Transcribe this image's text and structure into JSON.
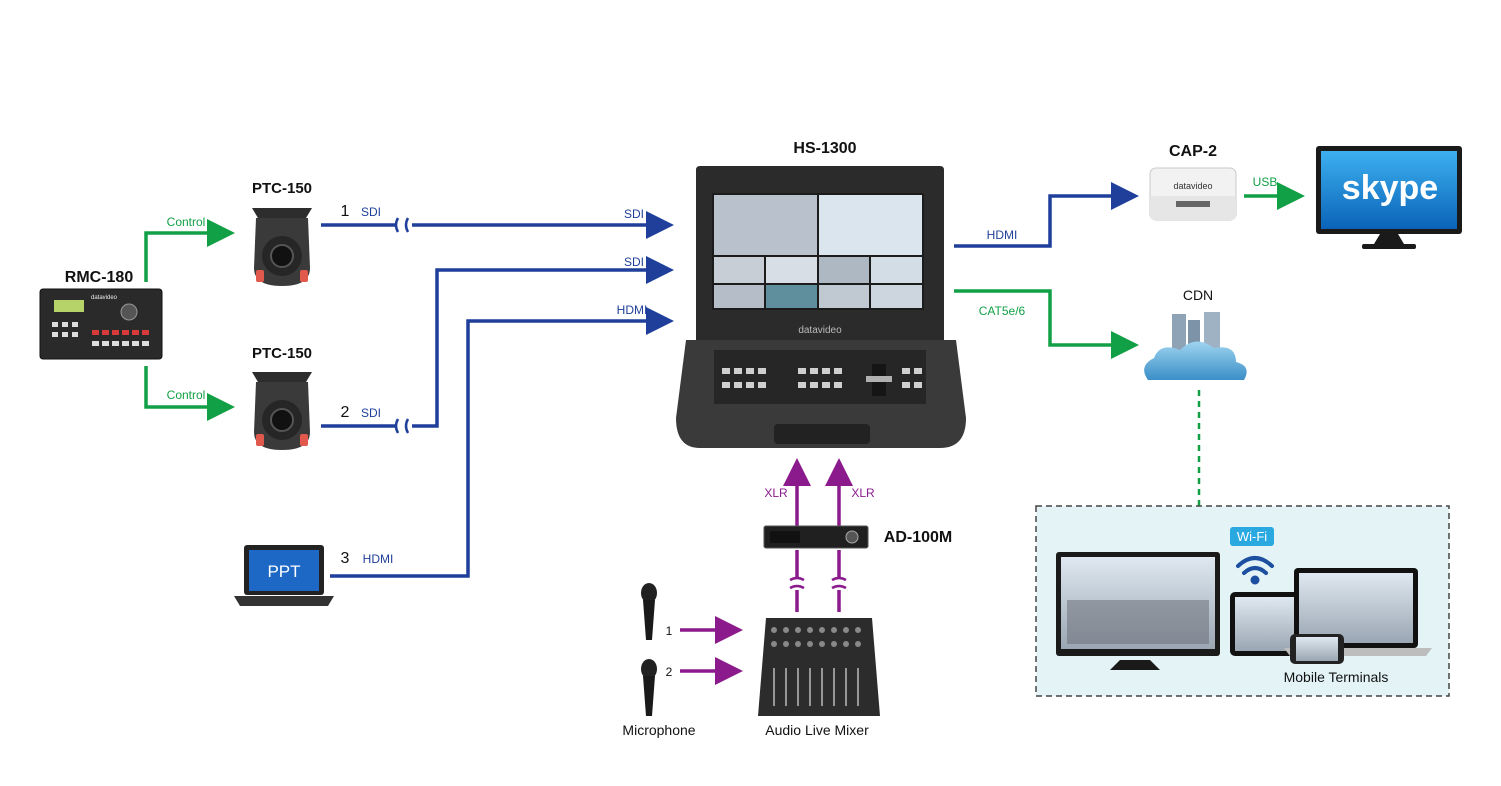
{
  "devices": {
    "rmc": "RMC-180",
    "ptc1": "PTC-150",
    "ptc2": "PTC-150",
    "hs": "HS-1300",
    "cap": "CAP-2",
    "cdn": "CDN",
    "ad": "AD-100M",
    "mixer": "Audio Live Mixer",
    "microphone": "Microphone",
    "terminals": "Mobile Terminals",
    "laptop_screen": "PPT",
    "skype_logo": "skype",
    "brand": "datavideo",
    "wifi": "Wi-Fi"
  },
  "signals": {
    "control1": "Control",
    "control2": "Control",
    "sdi1": "SDI",
    "sdi2": "SDI",
    "hdmi3": "HDMI",
    "sdi_in1": "SDI",
    "sdi_in2": "SDI",
    "hdmi_in": "HDMI",
    "hdmi_out": "HDMI",
    "usb": "USB",
    "cat": "CAT5e/6",
    "xlr1": "XLR",
    "xlr2": "XLR"
  },
  "numbers": {
    "in1": "1",
    "in2": "2",
    "in3": "3",
    "mic1": "1",
    "mic2": "2"
  },
  "colors": {
    "video": "#1f3f9a",
    "control": "#12a046",
    "audio": "#8b1a8c",
    "panel": "#e3f3f6"
  }
}
